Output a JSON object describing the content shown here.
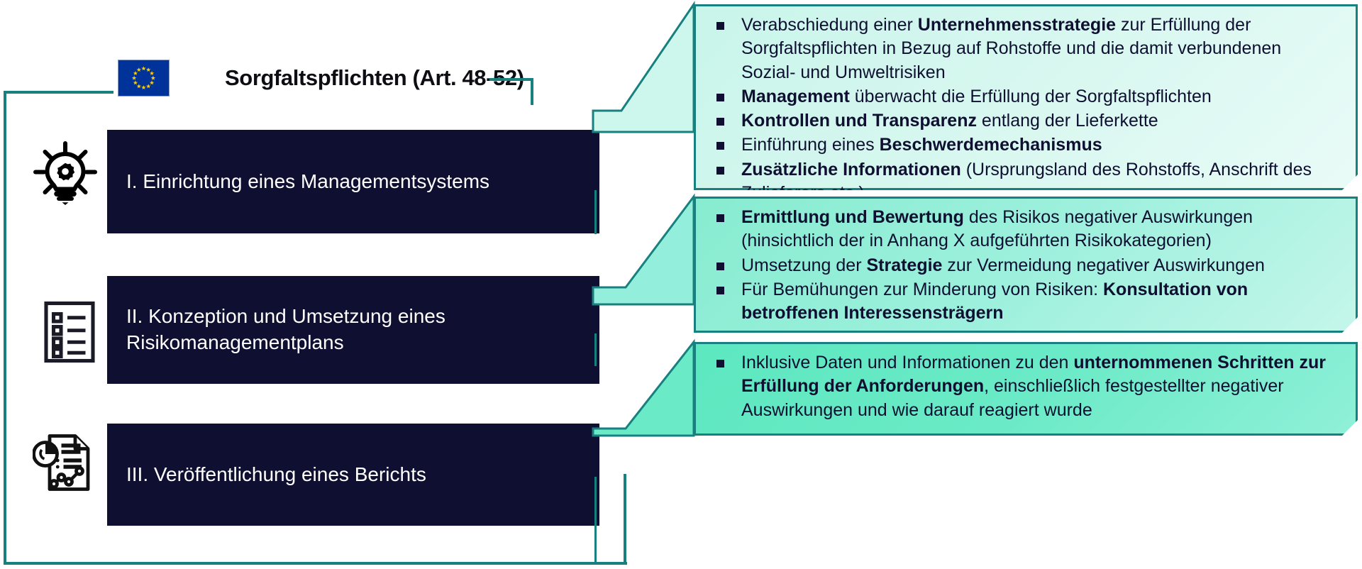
{
  "header": {
    "flag_icon": "eu-flag-icon",
    "title": "Sorgfaltspflichten (Art. 48-52)"
  },
  "colors": {
    "dark_box": "#0f1031",
    "teal_line": "#18807e",
    "panel_1_fill": "#d6f7ef",
    "panel_2_fill": "#9df0dd",
    "panel_3_fill": "#6aeac6",
    "eu_blue": "#003399",
    "eu_star_yellow": "#ffcc00"
  },
  "steps": [
    {
      "icon": "lightbulb-gear-icon",
      "label": "I. Einrichtung eines Managementsystems",
      "bullets": [
        [
          {
            "t": "Verabschiedung einer ",
            "b": false
          },
          {
            "t": "Unternehmensstrategie",
            "b": true
          },
          {
            "t": " zur Erfüllung der  Sorgfaltspflichten in Bezug auf Rohstoffe und die damit verbundenen Sozial- und Umweltrisiken",
            "b": false
          }
        ],
        [
          {
            "t": "Management",
            "b": true
          },
          {
            "t": " überwacht die Erfüllung der Sorgfaltspflichten",
            "b": false
          }
        ],
        [
          {
            "t": "Kontrollen und Transparenz",
            "b": true
          },
          {
            "t": " entlang der Lieferkette",
            "b": false
          }
        ],
        [
          {
            "t": "Einführung eines ",
            "b": false
          },
          {
            "t": "Beschwerdemechanismus",
            "b": true
          }
        ],
        [
          {
            "t": "Zusätzliche Informationen",
            "b": true
          },
          {
            "t": " (Ursprungsland des Rohstoffs, Anschrift des Zulieferers etc.)",
            "b": false
          }
        ]
      ]
    },
    {
      "icon": "checklist-document-icon",
      "label": "II. Konzeption und Umsetzung eines Risikomanagementplans",
      "bullets": [
        [
          {
            "t": "Ermittlung und Bewertung",
            "b": true
          },
          {
            "t": " des Risikos negativer Auswirkungen (hinsichtlich der in Anhang X aufgeführten Risikokategorien)",
            "b": false
          }
        ],
        [
          {
            "t": "Umsetzung der ",
            "b": false
          },
          {
            "t": "Strategie",
            "b": true
          },
          {
            "t": " zur Vermeidung negativer Auswirkungen",
            "b": false
          }
        ],
        [
          {
            "t": "Für Bemühungen zur Minderung von Risiken: ",
            "b": false
          },
          {
            "t": "Konsultation von betroffenen Interessensträgern",
            "b": true
          }
        ]
      ]
    },
    {
      "icon": "report-chart-document-icon",
      "label": "III. Veröffentlichung eines Berichts",
      "bullets": [
        [
          {
            "t": "Inklusive Daten und Informationen zu den ",
            "b": false
          },
          {
            "t": "unternommenen Schritten zur Erfüllung der Anforderungen",
            "b": true
          },
          {
            "t": ", einschließlich festgestellter negativer Auswirkungen  und wie darauf reagiert wurde",
            "b": false
          }
        ]
      ]
    }
  ]
}
